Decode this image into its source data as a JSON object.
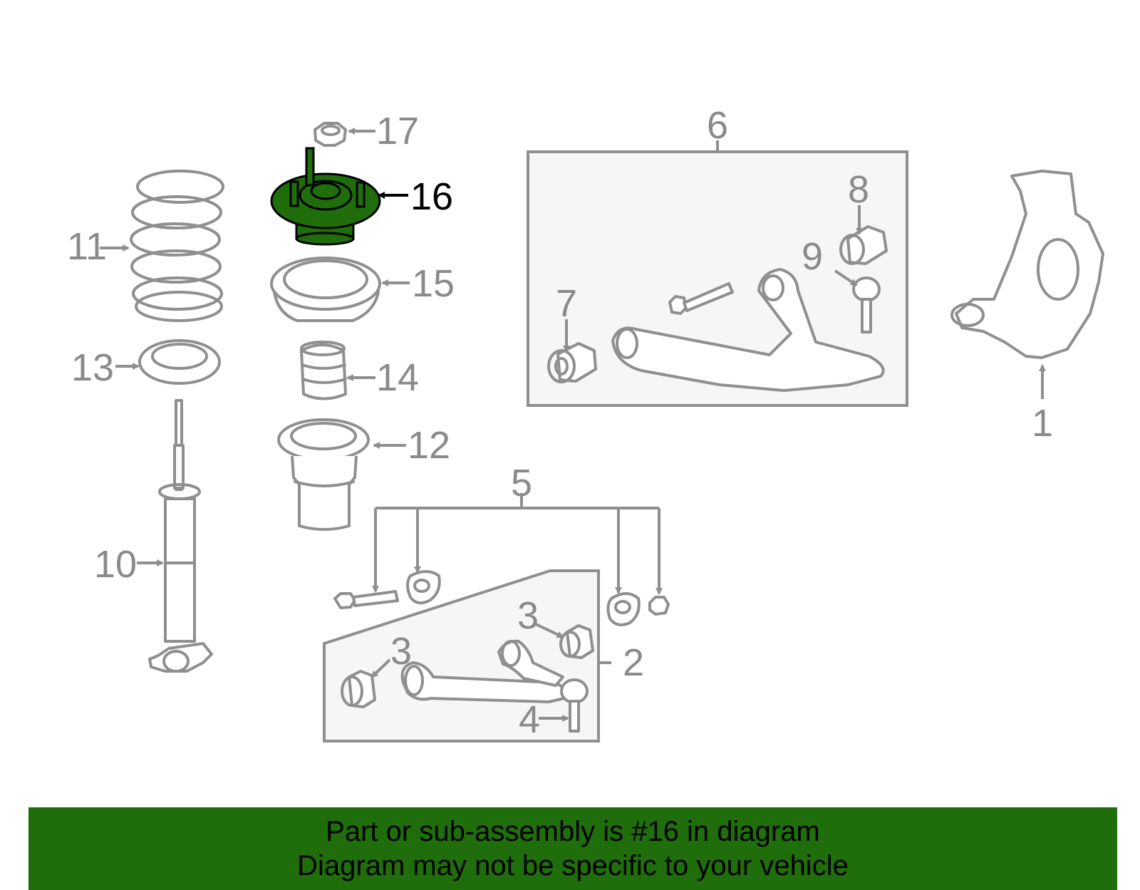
{
  "diagram": {
    "highlight_color": "#1f6e0b",
    "active_callout": "16",
    "callouts": {
      "c1": "1",
      "c2": "2",
      "c3a": "3",
      "c3b": "3",
      "c4": "4",
      "c5": "5",
      "c6": "6",
      "c7": "7",
      "c8": "8",
      "c9": "9",
      "c10": "10",
      "c11": "11",
      "c12": "12",
      "c13": "13",
      "c14": "14",
      "c15": "15",
      "c16": "16",
      "c17": "17"
    }
  },
  "banner": {
    "line1": "Part or sub-assembly is #16 in diagram",
    "line2": "Diagram may not be specific to your vehicle",
    "background": "#1f6e0b"
  }
}
